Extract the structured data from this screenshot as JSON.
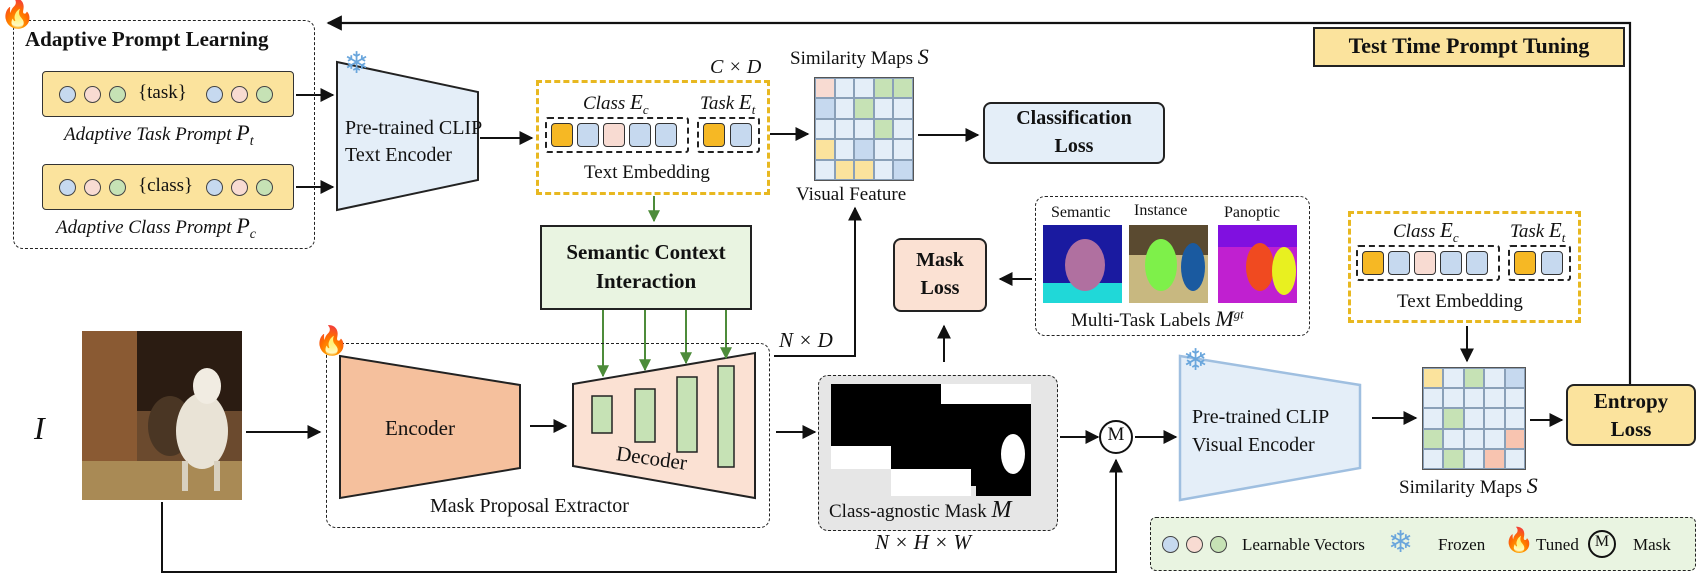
{
  "colors": {
    "blue": "#c6d9ef",
    "pink": "#f8dbd2",
    "green": "#c6e2b5",
    "gold": "#f6b824",
    "yellow_fill": "#fbe39d",
    "encoder_fill": "#f5c09d",
    "decoder_fill": "#fbe1d3",
    "clip_fill": "#e4eef8",
    "arrow_green": "#4d8c3a",
    "legend_bg": "#e9f4e1"
  },
  "prompt_learning": {
    "title": "Adaptive Prompt Learning",
    "task_token": "{task}",
    "task_caption": "Adaptive Task Prompt",
    "task_symbol": "P",
    "task_sub": "t",
    "class_token": "{class}",
    "class_caption": "Adaptive Class Prompt",
    "class_symbol": "P",
    "class_sub": "c"
  },
  "text_encoder": {
    "line1": "Pre-trained CLIP",
    "line2": "Text Encoder"
  },
  "text_embedding": {
    "dim_label": "C × D",
    "class_label": "Class",
    "class_symbol": "E",
    "class_sub": "c",
    "task_label": "Task",
    "task_symbol": "E",
    "task_sub": "t",
    "caption": "Text Embedding"
  },
  "similarity_top": {
    "title": "Similarity Maps",
    "symbol": "S",
    "caption": "Visual Feature"
  },
  "classification_loss": {
    "line1": "Classification",
    "line2": "Loss"
  },
  "semantic_context": {
    "line1": "Semantic Context",
    "line2": "Interaction"
  },
  "input_label": "I",
  "mask_proposal": {
    "encoder": "Encoder",
    "decoder": "Decoder",
    "caption": "Mask Proposal Extractor",
    "nd_label": "N × D"
  },
  "class_agnostic": {
    "caption": "Class-agnostic Mask",
    "symbol": "M",
    "dims": "N × H × W"
  },
  "mask_loss": {
    "line1": "Mask",
    "line2": "Loss"
  },
  "multi_task": {
    "semantic": "Semantic",
    "instance": "Instance",
    "panoptic": "Panoptic",
    "caption": "Multi-Task Labels",
    "symbol": "M",
    "sup": "gt"
  },
  "mask_op": "M",
  "visual_encoder": {
    "line1": "Pre-trained CLIP",
    "line2": "Visual Encoder"
  },
  "test_time": {
    "title": "Test Time Prompt Tuning"
  },
  "text_embedding_right": {
    "class_label": "Class",
    "class_symbol": "E",
    "class_sub": "c",
    "task_label": "Task",
    "task_symbol": "E",
    "task_sub": "t",
    "caption": "Text Embedding"
  },
  "similarity_bottom": {
    "title": "Similarity Maps",
    "symbol": "S"
  },
  "entropy_loss": {
    "line1": "Entropy",
    "line2": "Loss"
  },
  "legend": {
    "learnable": "Learnable Vectors",
    "frozen": "Frozen",
    "tuned": "Tuned",
    "mask": "Mask",
    "mask_symbol": "M"
  },
  "icons": [
    "flame-icon",
    "snowflake-icon",
    "mask-operator-icon"
  ],
  "grid_top": [
    [
      "#f8dbd2",
      "#e4eef8",
      "#e4eef8",
      "#c6e2b5",
      "#c6e2b5"
    ],
    [
      "#c6d9ef",
      "#e4eef8",
      "#c6e2b5",
      "#e4eef8",
      "#e4eef8"
    ],
    [
      "#e4eef8",
      "#e4eef8",
      "#e4eef8",
      "#c6e2b5",
      "#e4eef8"
    ],
    [
      "#fbe39d",
      "#e4eef8",
      "#c6d9ef",
      "#e4eef8",
      "#e4eef8"
    ],
    [
      "#e4eef8",
      "#fbe39d",
      "#fbe39d",
      "#e4eef8",
      "#c6d9ef"
    ]
  ],
  "grid_bottom": [
    [
      "#fbe39d",
      "#e4eef8",
      "#c6e2b5",
      "#e4eef8",
      "#c6d9ef"
    ],
    [
      "#e4eef8",
      "#e4eef8",
      "#e4eef8",
      "#e4eef8",
      "#e4eef8"
    ],
    [
      "#e4eef8",
      "#c6e2b5",
      "#e4eef8",
      "#e4eef8",
      "#e4eef8"
    ],
    [
      "#c6e2b5",
      "#e4eef8",
      "#e4eef8",
      "#e4eef8",
      "#f8c4b0"
    ],
    [
      "#e4eef8",
      "#c6e2b5",
      "#e4eef8",
      "#f8c4b0",
      "#e4eef8"
    ]
  ]
}
